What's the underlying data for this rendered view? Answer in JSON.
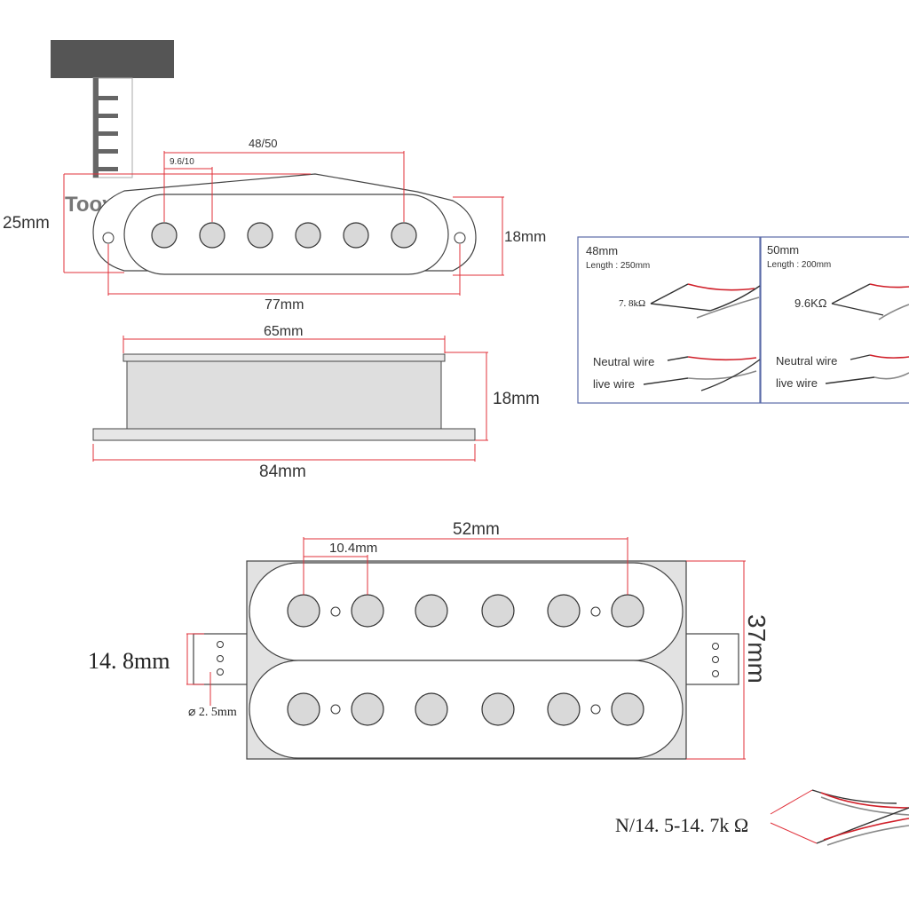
{
  "brand": {
    "name": "Tooyful"
  },
  "single_coil_top": {
    "dim_spacing": "48/50",
    "dim_pole": "9.6/10",
    "dim_height": "25mm",
    "dim_coil_height": "18mm",
    "dim_mount": "77mm"
  },
  "single_coil_side": {
    "dim_top": "65mm",
    "dim_height": "18mm",
    "dim_base": "84mm"
  },
  "wiring_panels": [
    {
      "title": "48mm",
      "length": "Length : 250mm",
      "resistance": "7. 8kΩ",
      "neutral": "Neutral wire",
      "live": "live wire"
    },
    {
      "title": "50mm",
      "length": "Length : 200mm",
      "resistance": "9.6KΩ",
      "neutral": "Neutral wire",
      "live": "live wire"
    }
  ],
  "humbucker": {
    "dim_spacing": "52mm",
    "dim_pole": "10.4mm",
    "dim_height": "37mm",
    "dim_tab": "14. 8mm",
    "dim_hole": "⌀ 2. 5mm",
    "resistance": "N/14. 5-14. 7k Ω"
  }
}
